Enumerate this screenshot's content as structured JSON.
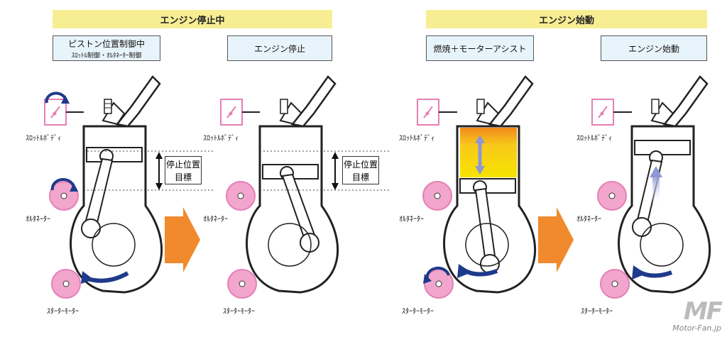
{
  "banners": {
    "left": "エンジン停止中",
    "right": "エンジン始動"
  },
  "steps": [
    {
      "title": "ピストン位置制御中",
      "subtitle": "ｽﾛｯﾄﾙ制御・ｵﾙﾀﾈｰﾀｰ制御"
    },
    {
      "title": "エンジン停止",
      "subtitle": ""
    },
    {
      "title": "燃焼＋モーターアシスト",
      "subtitle": ""
    },
    {
      "title": "エンジン始動",
      "subtitle": ""
    }
  ],
  "labels": {
    "throttle": "ｽﾛｯﾄﾙﾎﾞﾃﾞｨ",
    "alternator": "ｵﾙﾀﾈｰﾀｰ",
    "starter": "ｽﾀｰﾀｰﾓｰﾀｰ"
  },
  "target": {
    "line1": "停止位置",
    "line2": "目標"
  },
  "watermark": {
    "mark": "MF",
    "site": "Motor-Fan.jp"
  },
  "colors": {
    "banner": "#f7ee94",
    "stepbox": "#e8f4fb",
    "pink": "#e67fb4",
    "arrow_orange": "#f08a2c",
    "rotation_blue": "#1e3a8a",
    "combustion_yellow": "#f6d800"
  }
}
